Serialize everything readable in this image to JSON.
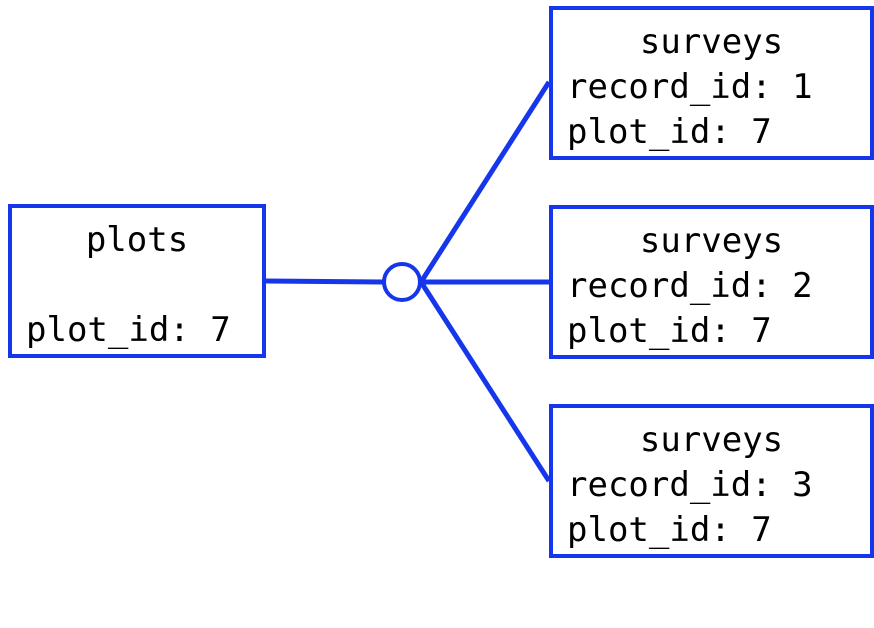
{
  "colors": {
    "stroke": "#1636ec",
    "text": "#000000",
    "background": "#ffffff"
  },
  "plots": {
    "title": "plots",
    "plot_id_line": "plot_id: 7"
  },
  "surveys": [
    {
      "title": "surveys",
      "record_id_line": "record_id: 1",
      "plot_id_line": "plot_id: 7"
    },
    {
      "title": "surveys",
      "record_id_line": "record_id: 2",
      "plot_id_line": "plot_id: 7"
    },
    {
      "title": "surveys",
      "record_id_line": "record_id: 3",
      "plot_id_line": "plot_id: 7"
    }
  ],
  "relationship": {
    "type": "one-to-many",
    "notation": "crow-foot with optional circle"
  }
}
